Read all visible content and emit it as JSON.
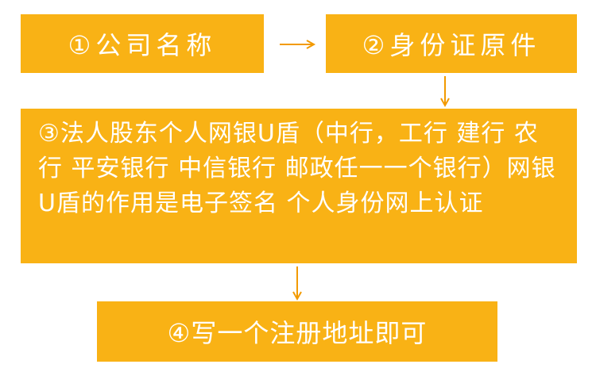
{
  "steps": [
    {
      "text": "①公司名称"
    },
    {
      "text": "②身份证原件"
    },
    {
      "text": "③法人股东个人网银U盾（中行，工行 建行 农行 平安银行 中信银行 邮政任一一个银行）网银U盾的作用是电子签名 个人身份网上认证"
    },
    {
      "text": "④写一个注册地址即可"
    }
  ],
  "colors": {
    "box_fill": "#f9b215",
    "box_text": "#ffffff",
    "arrow": "#f29a00"
  }
}
